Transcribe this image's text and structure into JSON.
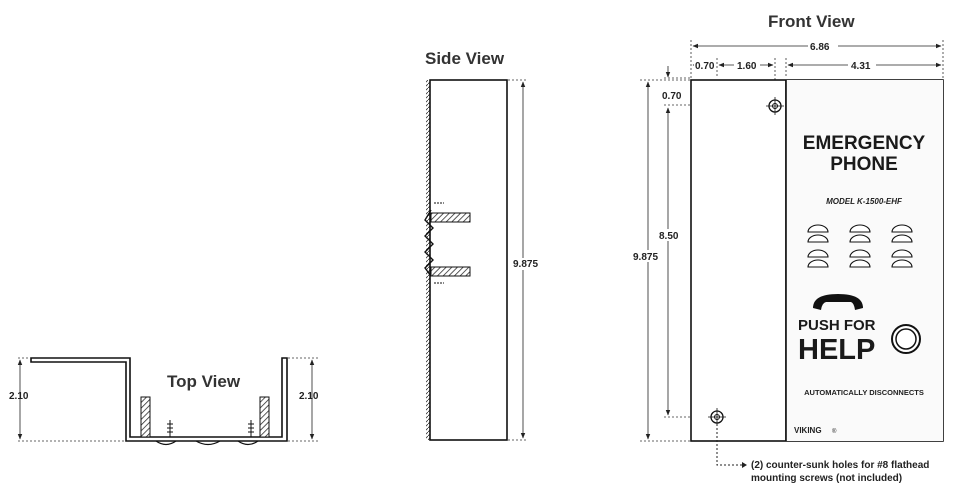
{
  "views": {
    "top": {
      "title": "Top View",
      "left_dim": "2.10",
      "right_dim": "2.10"
    },
    "side": {
      "title": "Side View",
      "height_dim": "9.875"
    },
    "front": {
      "title": "Front View",
      "overall_width": "6.86",
      "dim_left_offset": "0.70",
      "dim_hole_spacing": "1.60",
      "dim_panel_width": "4.31",
      "dim_top_offset": "0.70",
      "dim_hole_vertical": "8.50",
      "overall_height": "9.875"
    }
  },
  "panel": {
    "heading_line1": "EMERGENCY",
    "heading_line2": "PHONE",
    "model": "MODEL K-1500-EHF",
    "push_for": "PUSH FOR",
    "help": "HELP",
    "auto_disconnect": "AUTOMATICALLY DISCONNECTS",
    "brand": "VIKING",
    "brand_mark": "®"
  },
  "note": {
    "line1": "(2) counter-sunk holes for #8 flathead",
    "line2": "mounting screws (not included)"
  }
}
